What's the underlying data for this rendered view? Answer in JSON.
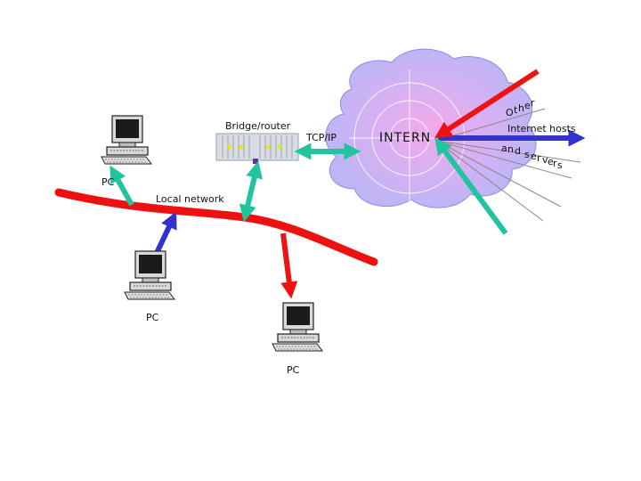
{
  "labels": {
    "bridge_router": "Bridge/router",
    "tcpip": "TCP/IP",
    "internet": "INTERN",
    "local_network": "Local network",
    "pc_top_left": "PC",
    "pc_middle": "PC",
    "pc_bottom": "PC",
    "internet_hosts": "Internet hosts",
    "other_chars": [
      "O",
      "t",
      "h",
      "e",
      "r"
    ],
    "and_servers_chars": [
      "a",
      "n",
      "d",
      " ",
      "s",
      "e",
      "r",
      "v",
      "e",
      "r",
      "s"
    ]
  },
  "colors": {
    "network_cable": "#ee1111",
    "arrow_teal": "#22c4a0",
    "arrow_blue": "#3333cc",
    "arrow_red": "#ee1111",
    "cloud": "#b8b4f4",
    "cloud_core": "#f2a6e6",
    "router_face": "#d8dde4",
    "router_led": "#f2e600",
    "pc_body": "#d8d8d8"
  },
  "icons": [
    "pc-icon",
    "router-icon",
    "internet-cloud-icon"
  ]
}
